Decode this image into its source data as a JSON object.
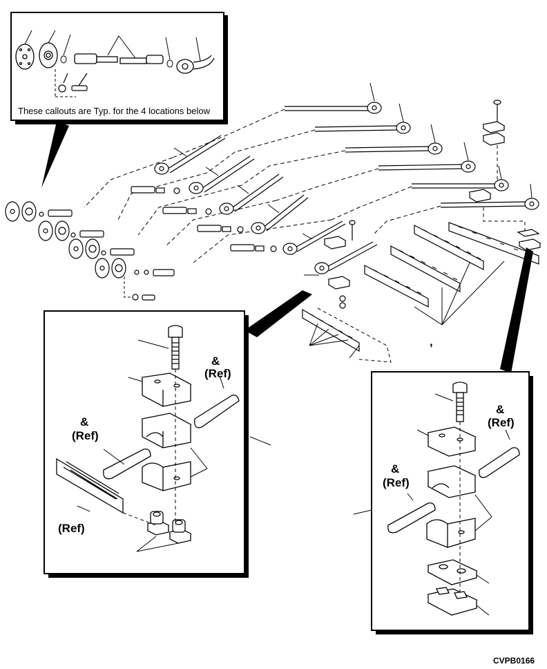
{
  "inset_callout": {
    "note": "These callouts are Typ. for the 4 locations below"
  },
  "left_detail": {
    "labels": [
      {
        "line1": "&",
        "line2": "(Ref)"
      },
      {
        "line1": "&",
        "line2": "(Ref)"
      },
      {
        "line1": "",
        "line2": "(Ref)"
      }
    ]
  },
  "right_detail": {
    "labels": [
      {
        "line1": "&",
        "line2": "(Ref)"
      },
      {
        "line1": "&",
        "line2": "(Ref)"
      }
    ]
  },
  "stray_mark": ",",
  "figure_code": "CVPB0166"
}
